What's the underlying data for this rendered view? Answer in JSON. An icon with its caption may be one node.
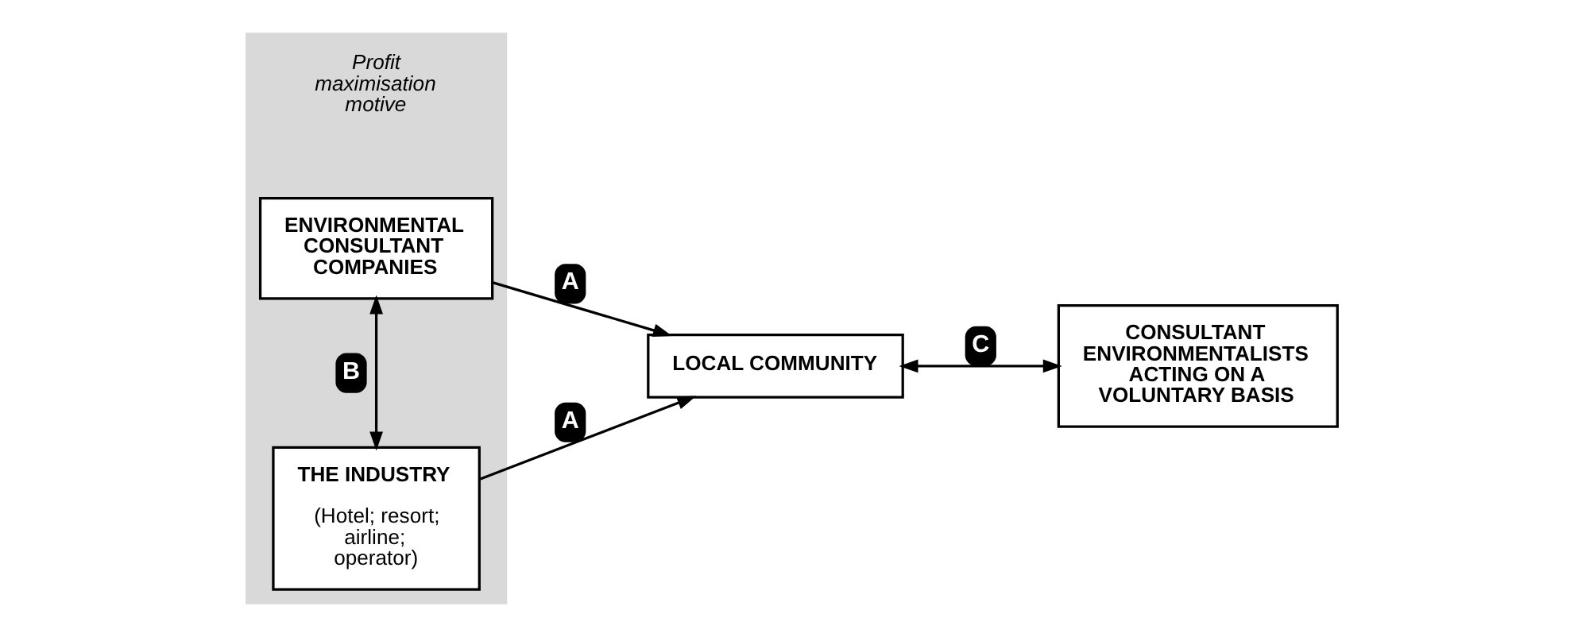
{
  "diagram": {
    "nodes": [
      {
        "text": [],
        "shape": "box"
      },
      {
        "text": [
          "THE INDUSTRY",
          "(Hotel; resort; airline; operator)"
        ],
        "in": 0
      },
      {
        "text": [
          "ENVIRONMENTAL CONSULTANT COMPANIES"
        ],
        "in": 0
      },
      {
        "text": [
          "LOCAL COMMUNITY"
        ]
      },
      {
        "text": [
          "CONSULTANT ENVIRONMENTALISTS ACTING ON A VOLUNTARY BASIS"
        ]
      }
    ],
    "edges": [
      {
        "from": 1,
        "to": 3,
        "arrow": "to",
        "label": "A"
      },
      {
        "from": 2,
        "to": 3,
        "arrow": "to",
        "label": "A"
      },
      {
        "from": 1,
        "to": 2,
        "arrow": "both",
        "label": "B"
      },
      {
        "from": 3,
        "to": 4,
        "arrow": "both",
        "label": "C"
      }
    ],
    "labels": [
      "Profit maximisation motive"
    ]
  }
}
